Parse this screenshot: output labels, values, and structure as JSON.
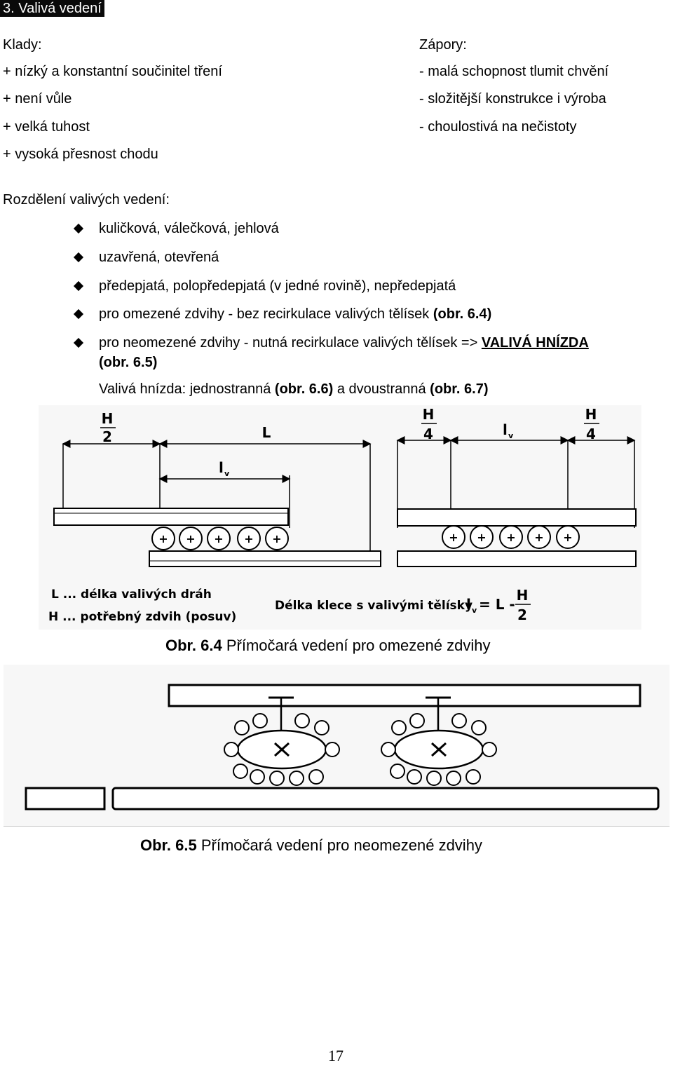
{
  "section": {
    "title": "3. Valivá vedení"
  },
  "pros": {
    "header": "Klady:",
    "items": [
      "+ nízký a konstantní součinitel tření",
      "+ není vůle",
      "+ velká tuhost",
      "+ vysoká přesnost chodu"
    ]
  },
  "cons": {
    "header": "Zápory:",
    "items": [
      "- malá schopnost tlumit chvění",
      "- složitější konstrukce i výroba",
      "- choulostivá na nečistoty"
    ]
  },
  "division": {
    "header": "Rozdělení valivých vedení:",
    "bullets": [
      "kuličková, válečková, jehlová",
      "uzavřená, otevřená",
      "předepjatá, polopředepjatá (v jedné rovině), nepředepjatá"
    ],
    "b4_text": "pro omezené zdvihy - bez recirkulace valivých tělísek ",
    "b4_ref": "(obr. 6.4)",
    "b5_text": "pro neomezené zdvihy - nutná recirkulace valivých tělísek => ",
    "b5_link": "VALIVÁ HNÍZDA",
    "b5_ref": "(obr. 6.5)",
    "nests_prefix": "Valivá hnízda: jednostranná ",
    "nests_ref1": "(obr. 6.6)",
    "nests_mid": " a dvoustranná ",
    "nests_ref2": "(obr. 6.7)"
  },
  "figure1": {
    "label_H": "H",
    "label_2": "2",
    "label_4": "4",
    "label_L": "L",
    "label_l": "l",
    "label_v": "v",
    "legend_L": "L ... délka valivých dráh",
    "legend_H": "H ... potřebný zdvih (posuv)",
    "formula_text": "Délka klece s valivými tělísky",
    "formula_lhs": "l",
    "formula_sub": "v",
    "formula_rhs": "= L -",
    "caption_num": "Obr. 6.4",
    "caption_text": " Přímočará vedení pro omezené zdvihy"
  },
  "figure2": {
    "caption_num": "Obr. 6.5",
    "caption_text": " Přímočará vedení pro neomezené zdvihy"
  },
  "page_number": "17"
}
